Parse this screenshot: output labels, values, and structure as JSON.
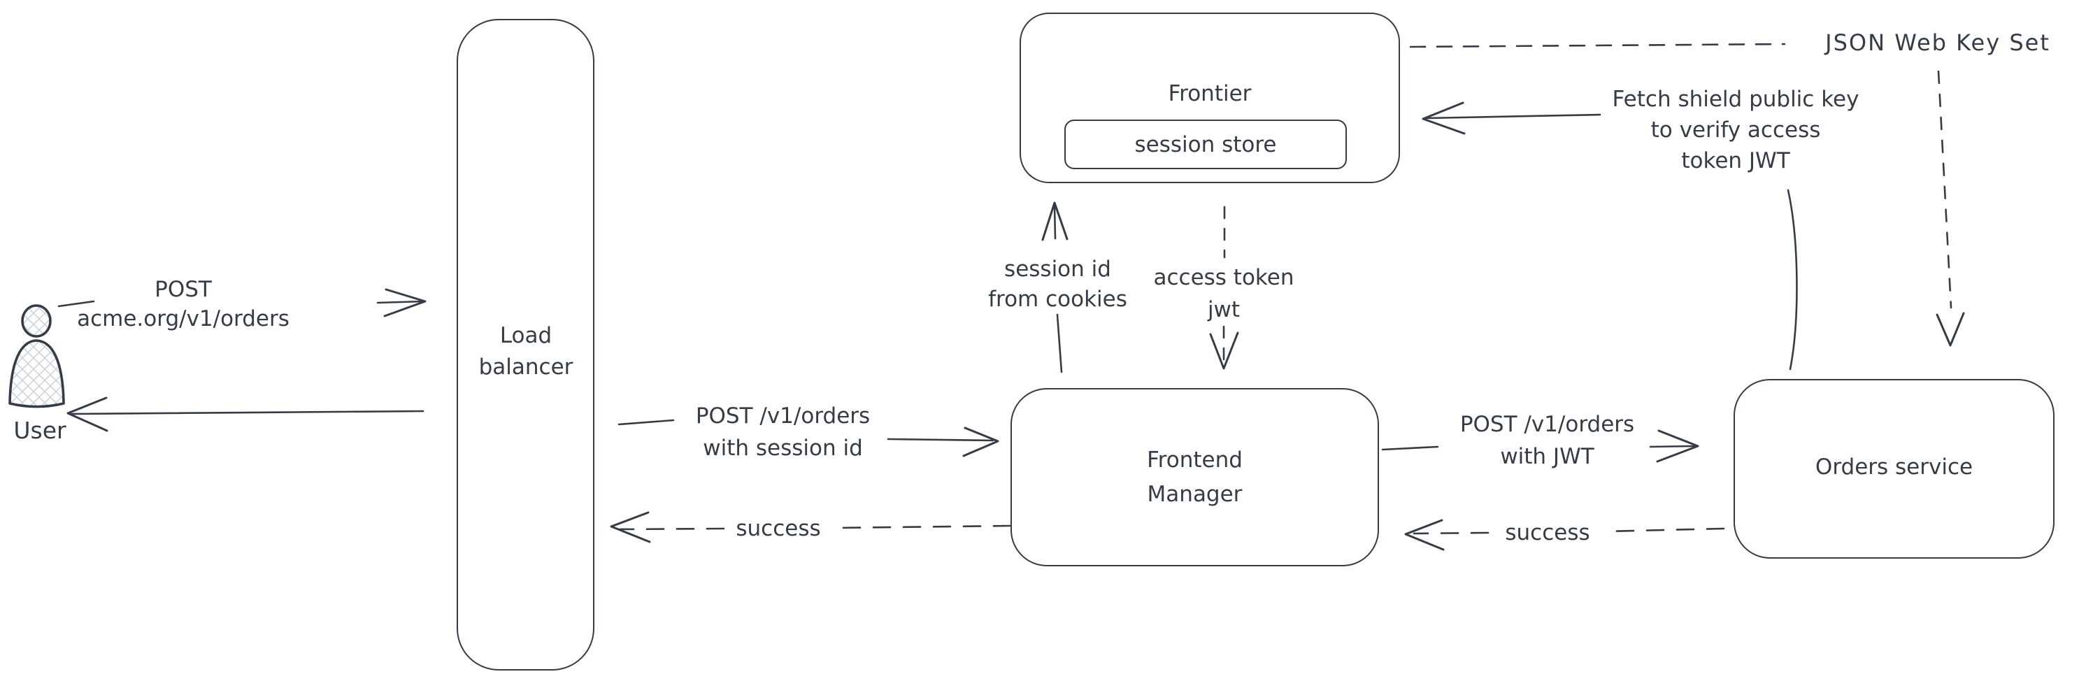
{
  "diagram": {
    "ink_color": "#363c46",
    "hatch_color": "#ccd5dc",
    "background": "#ffffff",
    "nodes": {
      "user": {
        "label": "User"
      },
      "load_balancer": {
        "line1": "Load",
        "line2": "balancer"
      },
      "frontier": {
        "label": "Frontier"
      },
      "session_store": {
        "label": "session store"
      },
      "frontend_manager": {
        "line1": "Frontend",
        "line2": "Manager"
      },
      "orders_service": {
        "label": "Orders service"
      },
      "jwks": {
        "label": "JSON Web Key Set"
      }
    },
    "edges": {
      "user_to_lb": {
        "line1": "POST",
        "line2": "acme.org/v1/orders",
        "style": "solid"
      },
      "lb_to_user": {
        "style": "solid"
      },
      "lb_to_fm": {
        "line1": "POST /v1/orders",
        "line2": "with session id",
        "style": "solid"
      },
      "fm_to_lb": {
        "label": "success",
        "style": "dashed"
      },
      "fm_to_frontier": {
        "line1": "session id",
        "line2": "from cookies",
        "style": "solid"
      },
      "frontier_to_fm": {
        "line1": "access token",
        "line2": "jwt",
        "style": "dashed"
      },
      "fm_to_orders": {
        "line1": "POST /v1/orders",
        "line2": "with JWT",
        "style": "solid"
      },
      "orders_to_fm": {
        "label": "success",
        "style": "dashed"
      },
      "orders_to_frontier": {
        "line1": "Fetch shield public key",
        "line2": "to verify access",
        "line3": "token JWT",
        "style": "solid"
      },
      "frontier_to_jwks": {
        "style": "dashed"
      },
      "jwks_to_orders": {
        "style": "dashed"
      }
    }
  }
}
